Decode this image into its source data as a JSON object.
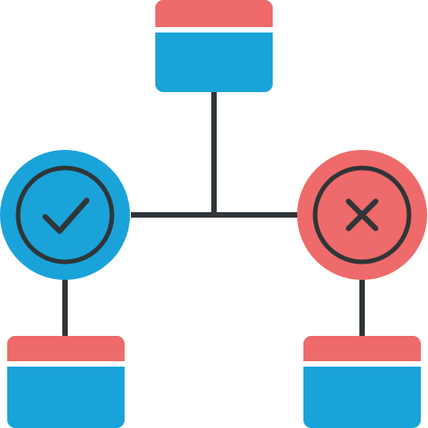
{
  "colors": {
    "blue": "#1aa3d9",
    "red": "#ef6a6a",
    "line": "#2f3538",
    "divider": "#ffffff",
    "background": "#ffffff"
  },
  "nodes": [
    {
      "id": "top-card",
      "kind": "window-card",
      "icon": "window-icon"
    },
    {
      "id": "approve-circle",
      "kind": "status-circle",
      "icon": "checkmark-icon",
      "fill": "blue"
    },
    {
      "id": "reject-circle",
      "kind": "status-circle",
      "icon": "close-x-icon",
      "fill": "red"
    },
    {
      "id": "bottom-left-card",
      "kind": "window-card",
      "icon": "window-icon"
    },
    {
      "id": "bottom-right-card",
      "kind": "window-card",
      "icon": "window-icon"
    }
  ],
  "edges": [
    {
      "from": "top-card",
      "to": "approve-circle"
    },
    {
      "from": "top-card",
      "to": "reject-circle"
    },
    {
      "from": "approve-circle",
      "to": "bottom-left-card"
    },
    {
      "from": "reject-circle",
      "to": "bottom-right-card"
    }
  ]
}
